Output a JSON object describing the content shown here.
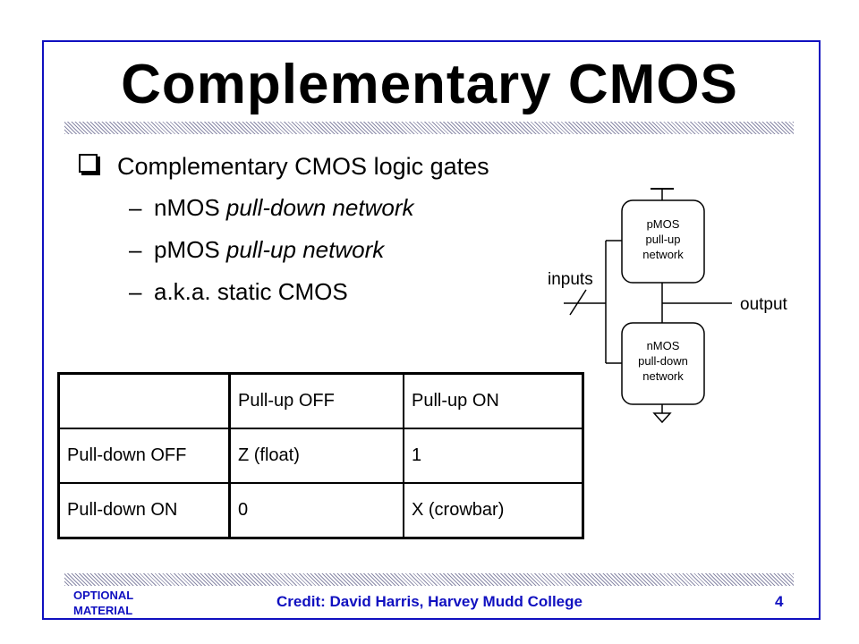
{
  "slide": {
    "title": "Complementary CMOS",
    "bullet": "Complementary CMOS logic gates",
    "subs": [
      {
        "prefix": "nMOS ",
        "italic": "pull-down network"
      },
      {
        "prefix": "pMOS ",
        "italic": "pull-up network"
      },
      {
        "prefix": "a.k.a. static CMOS",
        "italic": ""
      }
    ]
  },
  "diagram": {
    "inputs_label": "inputs",
    "output_label": "output",
    "pmos_block": [
      "pMOS",
      "pull-up",
      "network"
    ],
    "nmos_block": [
      "nMOS",
      "pull-down",
      "network"
    ]
  },
  "table": {
    "header": [
      "",
      "Pull-up OFF",
      "Pull-up ON"
    ],
    "rows": [
      [
        "Pull-down OFF",
        "Z (float)",
        "1"
      ],
      [
        "Pull-down ON",
        "0",
        "X (crowbar)"
      ]
    ]
  },
  "footer": {
    "note": [
      "OPTIONAL",
      "MATERIAL"
    ],
    "credit": "Credit:  David Harris, Harvey Mudd College",
    "page": "4"
  },
  "colors": {
    "accent": "#1010c0",
    "hatch": "#8a8aa8"
  }
}
